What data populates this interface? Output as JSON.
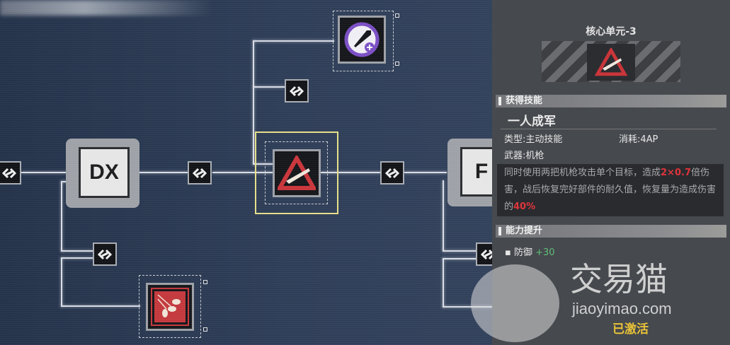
{
  "tree": {
    "core_left_label": "DX",
    "core_right_label": "F"
  },
  "panel": {
    "title": "核心单元-3",
    "section_skill": "获得技能",
    "skill_name": "一人成军",
    "type_label": "类型:主动技能",
    "cost_label": "消耗:4AP",
    "weapon_label": "武器:机枪",
    "desc_part1": "同时使用两把机枪攻击单个目标，造成",
    "desc_highlight1": "2×0.7",
    "desc_part2": "倍伤害，战后恢复完好部件的耐久值，恢复量为造成伤害的",
    "desc_highlight2": "40%",
    "section_ability": "能力提升",
    "bonus_stat": "防御",
    "bonus_value": "+30",
    "status": "已激活"
  },
  "watermark": {
    "brand": "交易猫",
    "url": "jiaoyimao.com"
  },
  "colors": {
    "highlight": "#e0353b",
    "bonus": "#5fbf77",
    "status": "#e8c238",
    "selected": "#e6df8a"
  }
}
